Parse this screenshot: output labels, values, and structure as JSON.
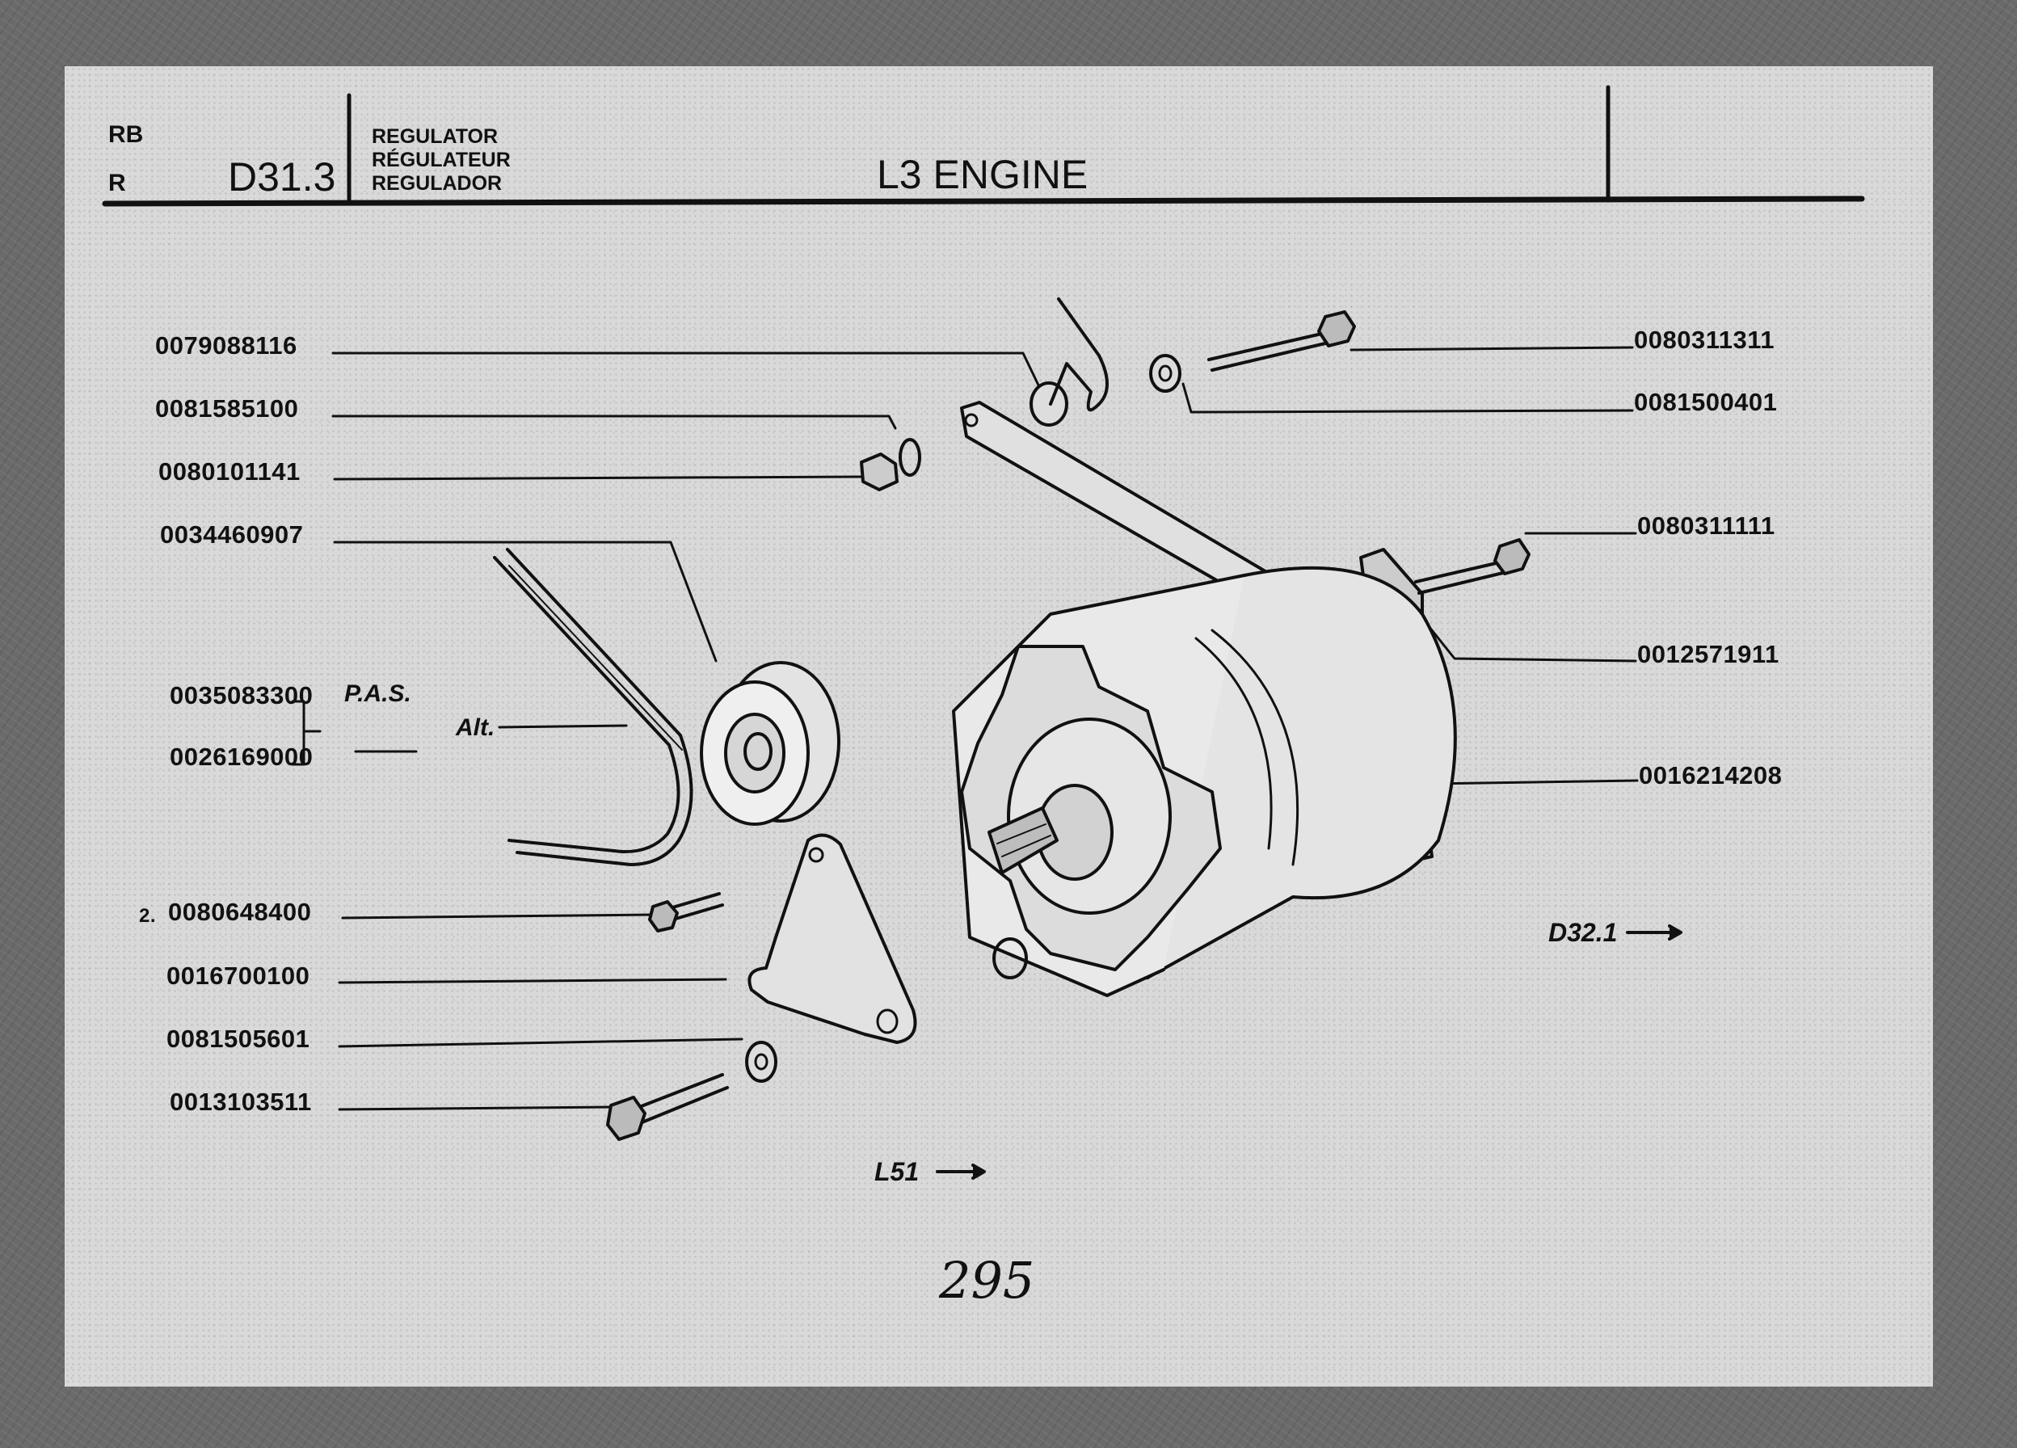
{
  "header": {
    "code_rb": "RB",
    "code_r": "R",
    "section": "D31.3",
    "titles": [
      "REGULATOR",
      "RÉGULATEUR",
      "REGULADOR"
    ],
    "engine": "L3 ENGINE"
  },
  "parts_left": [
    "0079088116",
    "0081585100",
    "0080101141",
    "0034460907",
    "0035083300",
    "0026169000",
    "0080648400",
    "0016700100",
    "0081505601",
    "0013103511"
  ],
  "qty_prefix": "2.",
  "pas_label": "P.A.S.",
  "alt_label": "Alt.",
  "parts_right": [
    "0080311311",
    "0081500401",
    "0080311111",
    "0012571911",
    "0016214208"
  ],
  "refs": {
    "d32": "D32.1",
    "l51": "L51"
  },
  "page_number": "295"
}
